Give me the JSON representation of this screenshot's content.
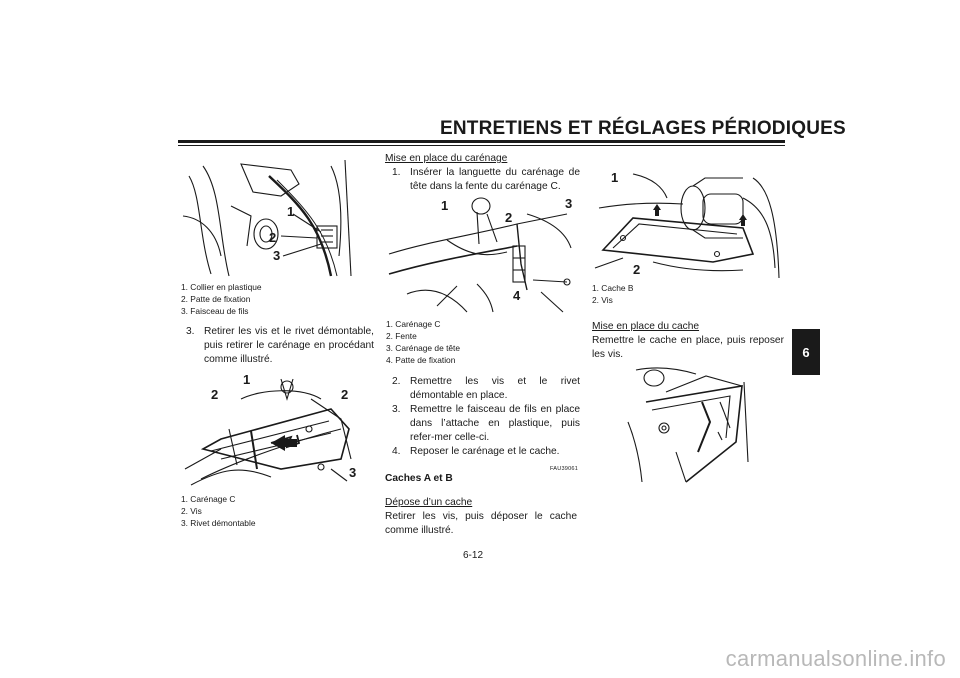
{
  "header": {
    "title": "ENTRETIENS ET RÉGLAGES PÉRIODIQUES",
    "chapter_tab": "6"
  },
  "col1": {
    "fig1": {
      "callouts": [
        "1",
        "2",
        "3"
      ],
      "captions": [
        "1. Collier en plastique",
        "2. Patte de fixation",
        "3. Faisceau de fils"
      ]
    },
    "step3": {
      "number": "3.",
      "text": "Retirer les vis et le rivet démontable, puis retirer le carénage en procédant comme illustré."
    },
    "fig2": {
      "callouts": [
        "1",
        "2",
        "2",
        "3"
      ],
      "captions": [
        "1. Carénage C",
        "2. Vis",
        "3. Rivet démontable"
      ]
    }
  },
  "col2": {
    "section_title": "Mise en place du carénage",
    "step1": {
      "number": "1.",
      "text": "Insérer la languette du carénage de tête dans la fente du carénage C."
    },
    "fig3": {
      "callouts": [
        "1",
        "2",
        "3",
        "4"
      ],
      "captions": [
        "1. Carénage C",
        "2. Fente",
        "3. Carénage de tête",
        "4. Patte de fixation"
      ]
    },
    "steps": [
      {
        "number": "2.",
        "text": "Remettre les vis et le rivet démontable en place."
      },
      {
        "number": "3.",
        "text": "Remettre le faisceau de fils en place dans l’attache en plastique, puis refer-mer celle-ci."
      },
      {
        "number": "4.",
        "text": "Reposer le carénage et le cache."
      }
    ],
    "code": "FAU39061",
    "caches_heading": "Caches A et B",
    "depose_title": "Dépose d’un cache",
    "depose_text": "Retirer les vis, puis déposer le cache comme illustré."
  },
  "col3": {
    "fig4": {
      "callouts": [
        "1",
        "2"
      ],
      "captions": [
        "1. Cache B",
        "2. Vis"
      ]
    },
    "mise_title": "Mise en place du cache",
    "mise_text": "Remettre le cache en place, puis reposer les vis."
  },
  "footer": {
    "page_number": "6-12",
    "watermark": "carmanualsonline.info"
  }
}
